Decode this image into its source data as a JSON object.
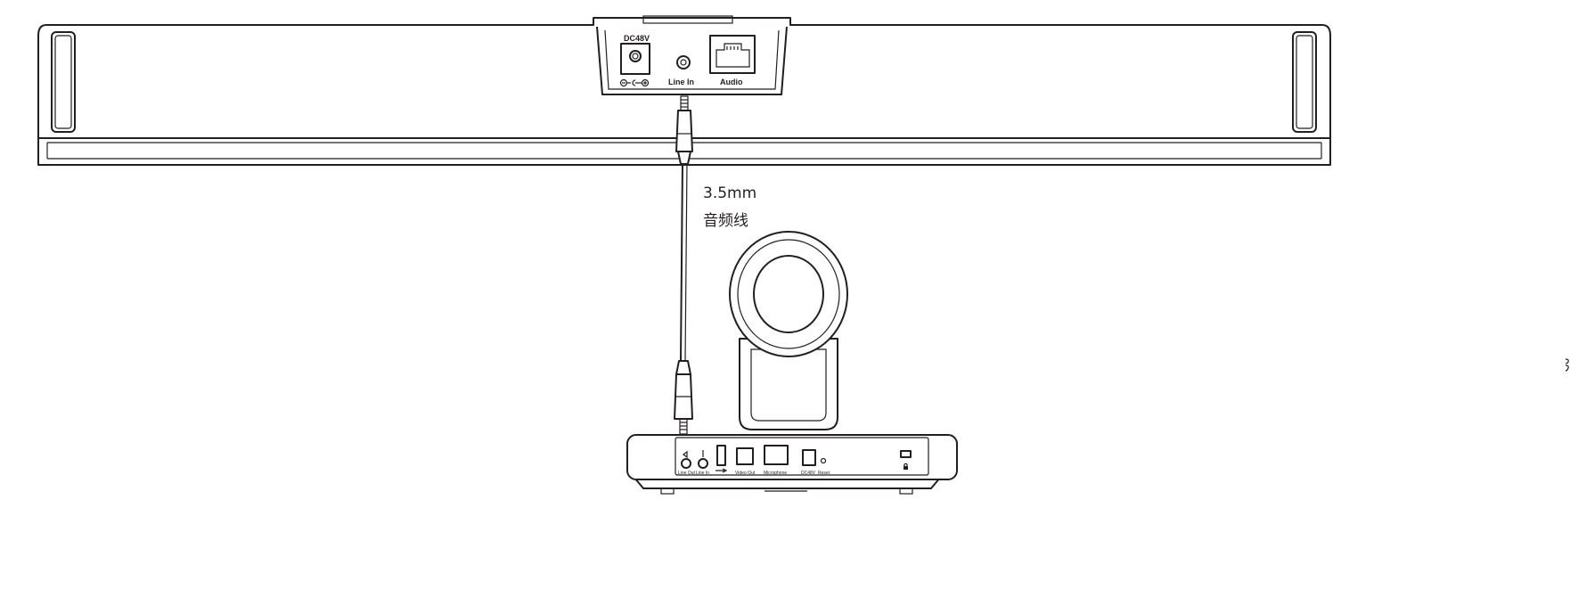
{
  "soundbar": {
    "ports": {
      "dc_label": "DC48V",
      "line_in_label": "Line In",
      "audio_label": "Audio"
    }
  },
  "cable": {
    "spec": "3.5mm",
    "name": "音频线"
  },
  "camera_base": {
    "ports": {
      "line_out": "Line Out",
      "line_in": "Line In",
      "video_out": "Video Out",
      "microphone": "Microphone",
      "dc": "DC48V",
      "reset": "Reset"
    }
  }
}
